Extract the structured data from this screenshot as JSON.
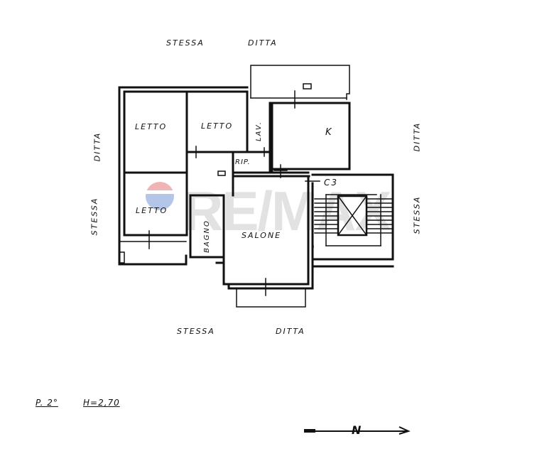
{
  "plan": {
    "surroundings": {
      "top": [
        "STESSA",
        "DITTA"
      ],
      "bottom": [
        "STESSA",
        "DITTA"
      ],
      "left": [
        "DITTA",
        "STESSA"
      ],
      "right": [
        "DITTA",
        "STESSA"
      ]
    },
    "rooms": [
      {
        "id": "letto-1",
        "label": "LETTO"
      },
      {
        "id": "letto-2",
        "label": "LETTO"
      },
      {
        "id": "letto-3",
        "label": "LETTO"
      },
      {
        "id": "lavanderia",
        "label": "LAV."
      },
      {
        "id": "kitchen",
        "label": "K"
      },
      {
        "id": "ripostiglio",
        "label": "RIP."
      },
      {
        "id": "bagno",
        "label": "BAGNO"
      },
      {
        "id": "salone",
        "label": "SALONE"
      },
      {
        "id": "stairwell",
        "label": "C3"
      }
    ],
    "floor_label": "P. 2°",
    "height_label": "H=2,70",
    "north_label": "N",
    "watermark": {
      "text": "RE/MAX",
      "colors": {
        "balloon_top": "#e05a5a",
        "balloon_bottom": "#5a7ed0",
        "text": "#9a9a9a"
      }
    },
    "line_color": "#111111",
    "background": "#ffffff"
  }
}
